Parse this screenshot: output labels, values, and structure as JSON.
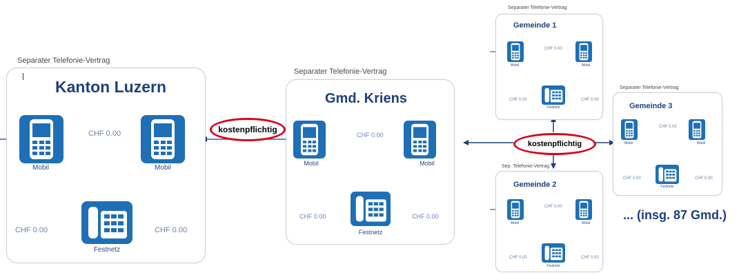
{
  "contract_label": "Separater Telefonie-Vertrag",
  "contract_label_short": "Sep. Telefonie-Vertrag",
  "mobile_label": "Mobil",
  "landline_label": "Festnetz",
  "cost_label": "CHF 0.00",
  "charge_label": "kostenpflichtig",
  "kanton_title": "Kanton Luzern",
  "kriens_title": "Gmd. Kriens",
  "gemeinde1_title": "Gemeinde 1",
  "gemeinde2_title": "Gemeinde 2",
  "gemeinde3_title": "Gemeinde 3",
  "more_text": "... (insg. 87 Gmd.)",
  "colors": {
    "accent": "#1f3f7a",
    "alert": "#d9001b",
    "icon": "#1e6fb5"
  }
}
